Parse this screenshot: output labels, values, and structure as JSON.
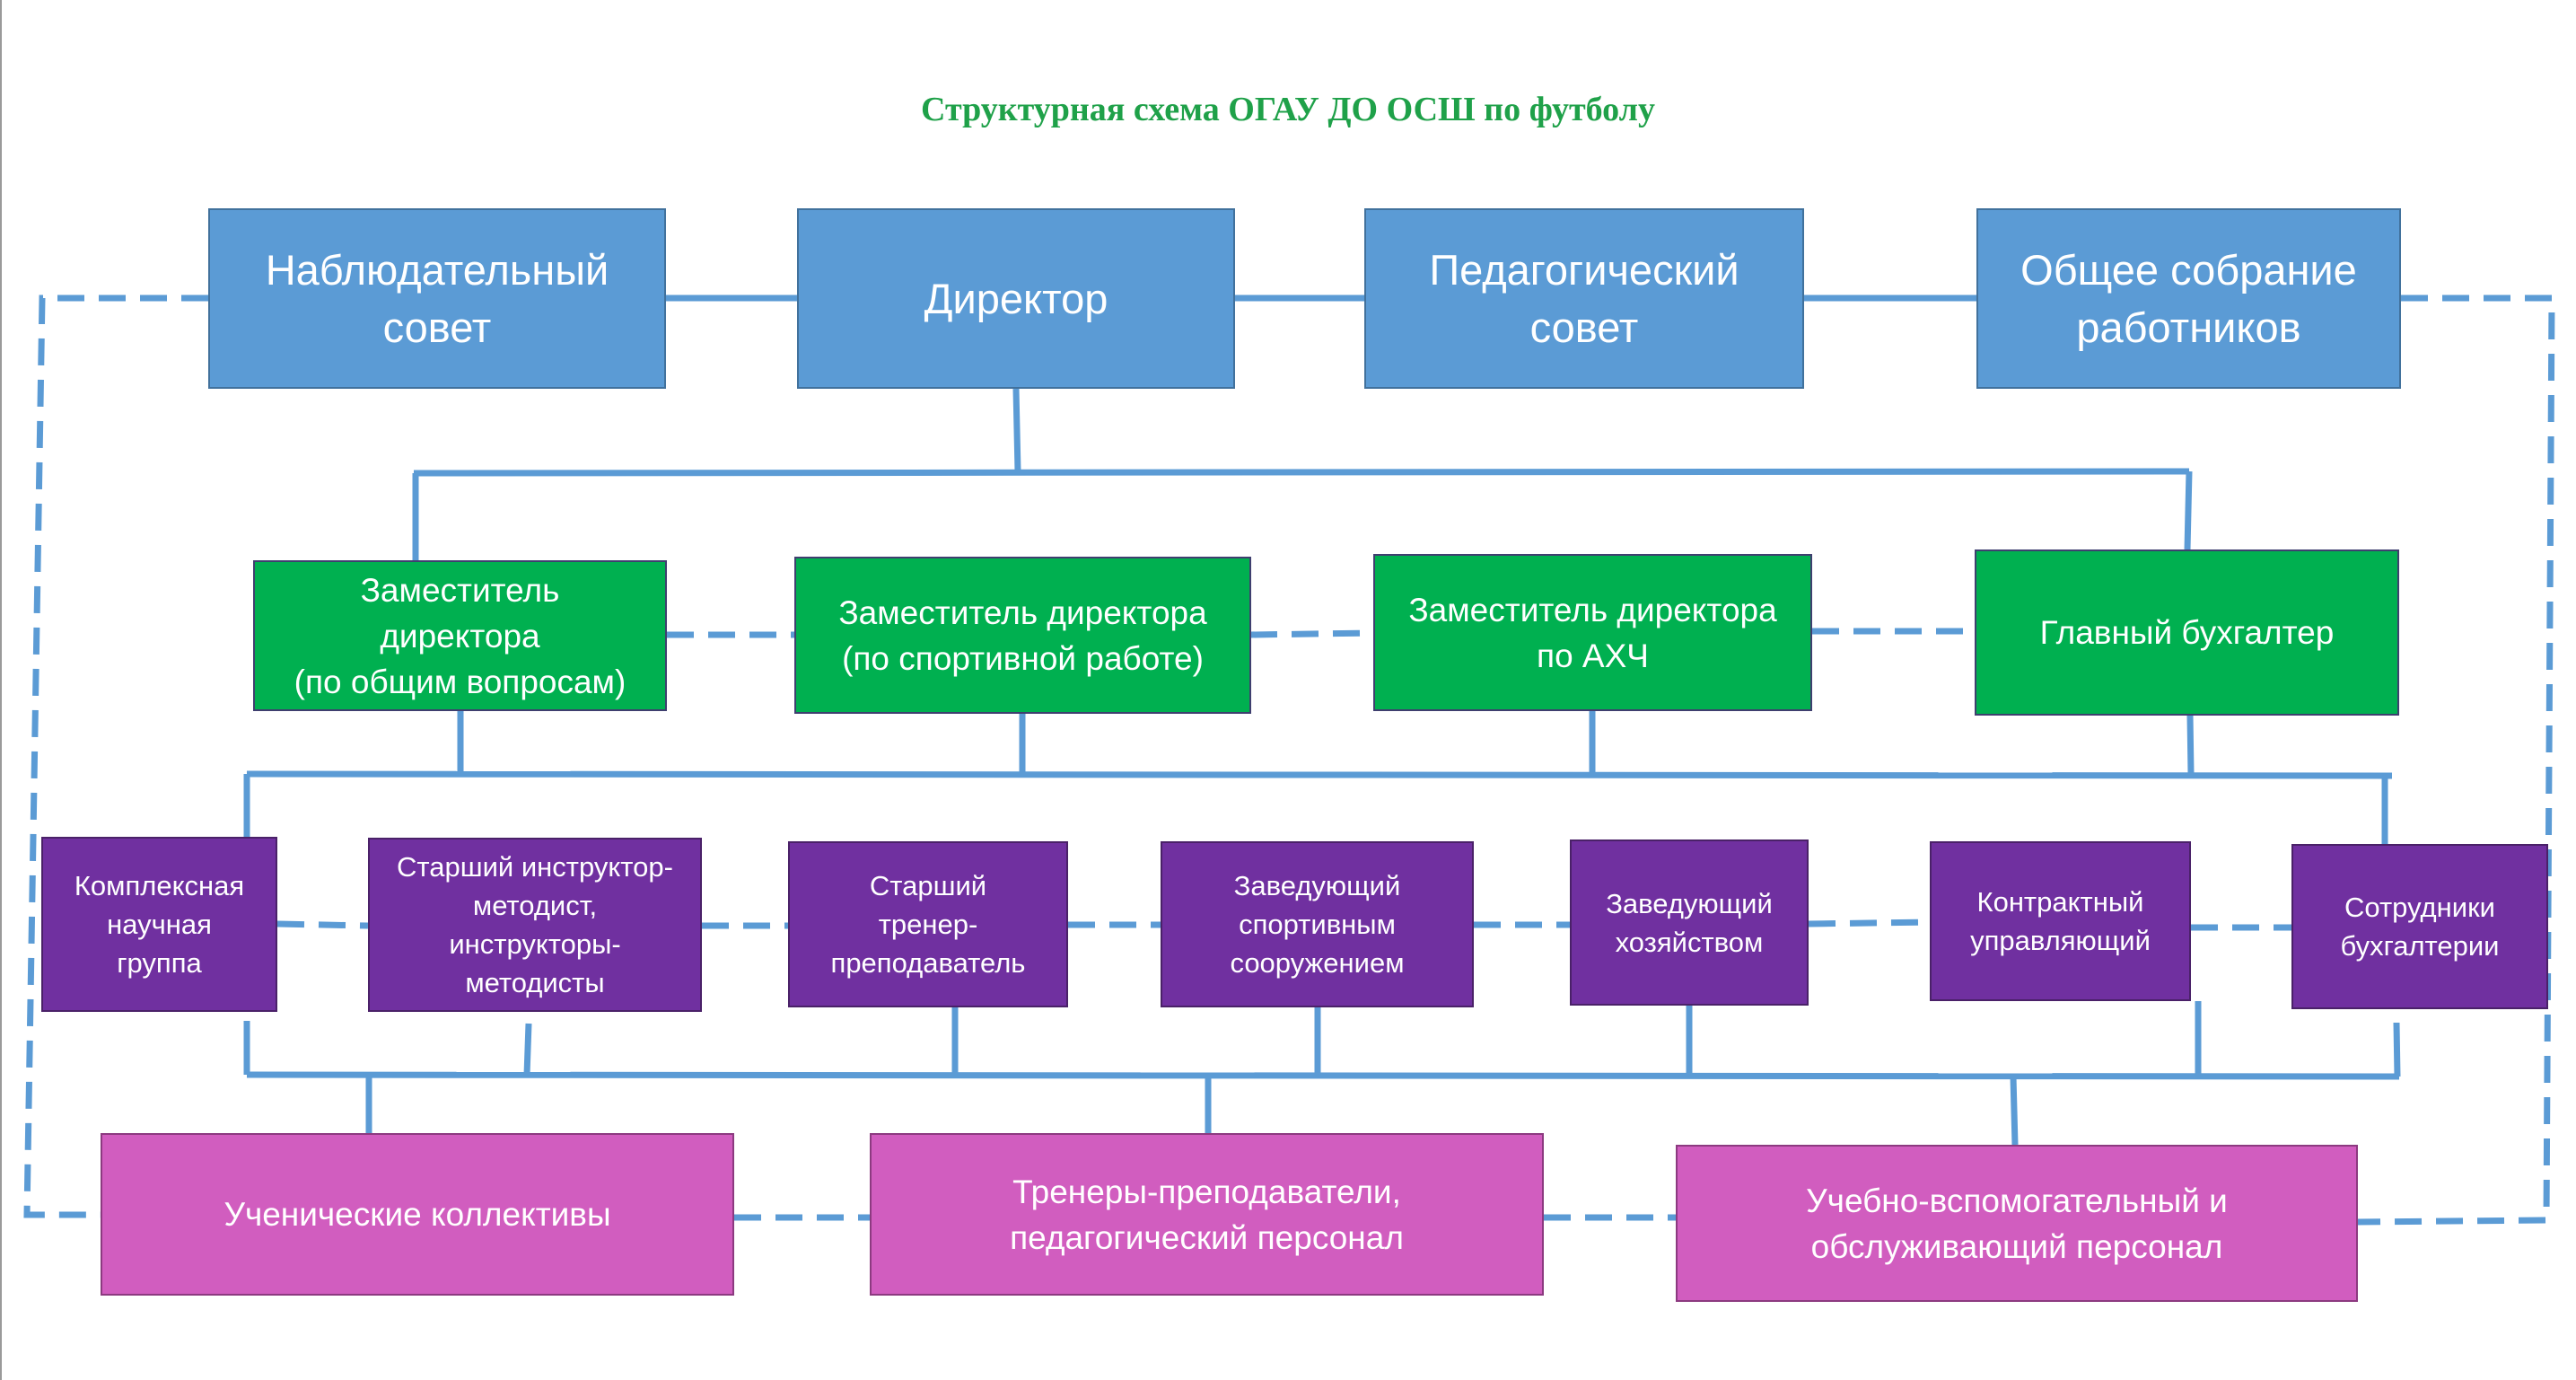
{
  "title": "Структурная схема ОГАУ ДО ОСШ по футболу",
  "colors": {
    "governance": "#5b9bd5",
    "deputies": "#00b050",
    "departments": "#7030a0",
    "collectives": "#d15dbf",
    "connector": "#5b9bd5",
    "title": "#1fa149"
  },
  "level1": [
    "Наблюдательный\nсовет",
    "Директор",
    "Педагогический\nсовет",
    "Общее собрание\nработников"
  ],
  "level2": [
    "Заместитель\nдиректора\n(по общим вопросам)",
    "Заместитель директора\n(по спортивной работе)",
    "Заместитель директора\nпо АХЧ",
    "Главный бухгалтер"
  ],
  "level3": [
    "Комплексная\nнаучная\nгруппа",
    "Старший инструктор-\nметодист,\nинструкторы-\nметодисты",
    "Старший\nтренер-\nпреподаватель",
    "Заведующий\nспортивным\nсооружением",
    "Заведующий\nхозяйством",
    "Контрактный\nуправляющий",
    "Сотрудники\nбухгалтерии"
  ],
  "level4": [
    "Ученические коллективы",
    "Тренеры-преподаватели,\nпедагогический персонал",
    "Учебно-вспомогательный и\nобслуживающий персонал"
  ]
}
